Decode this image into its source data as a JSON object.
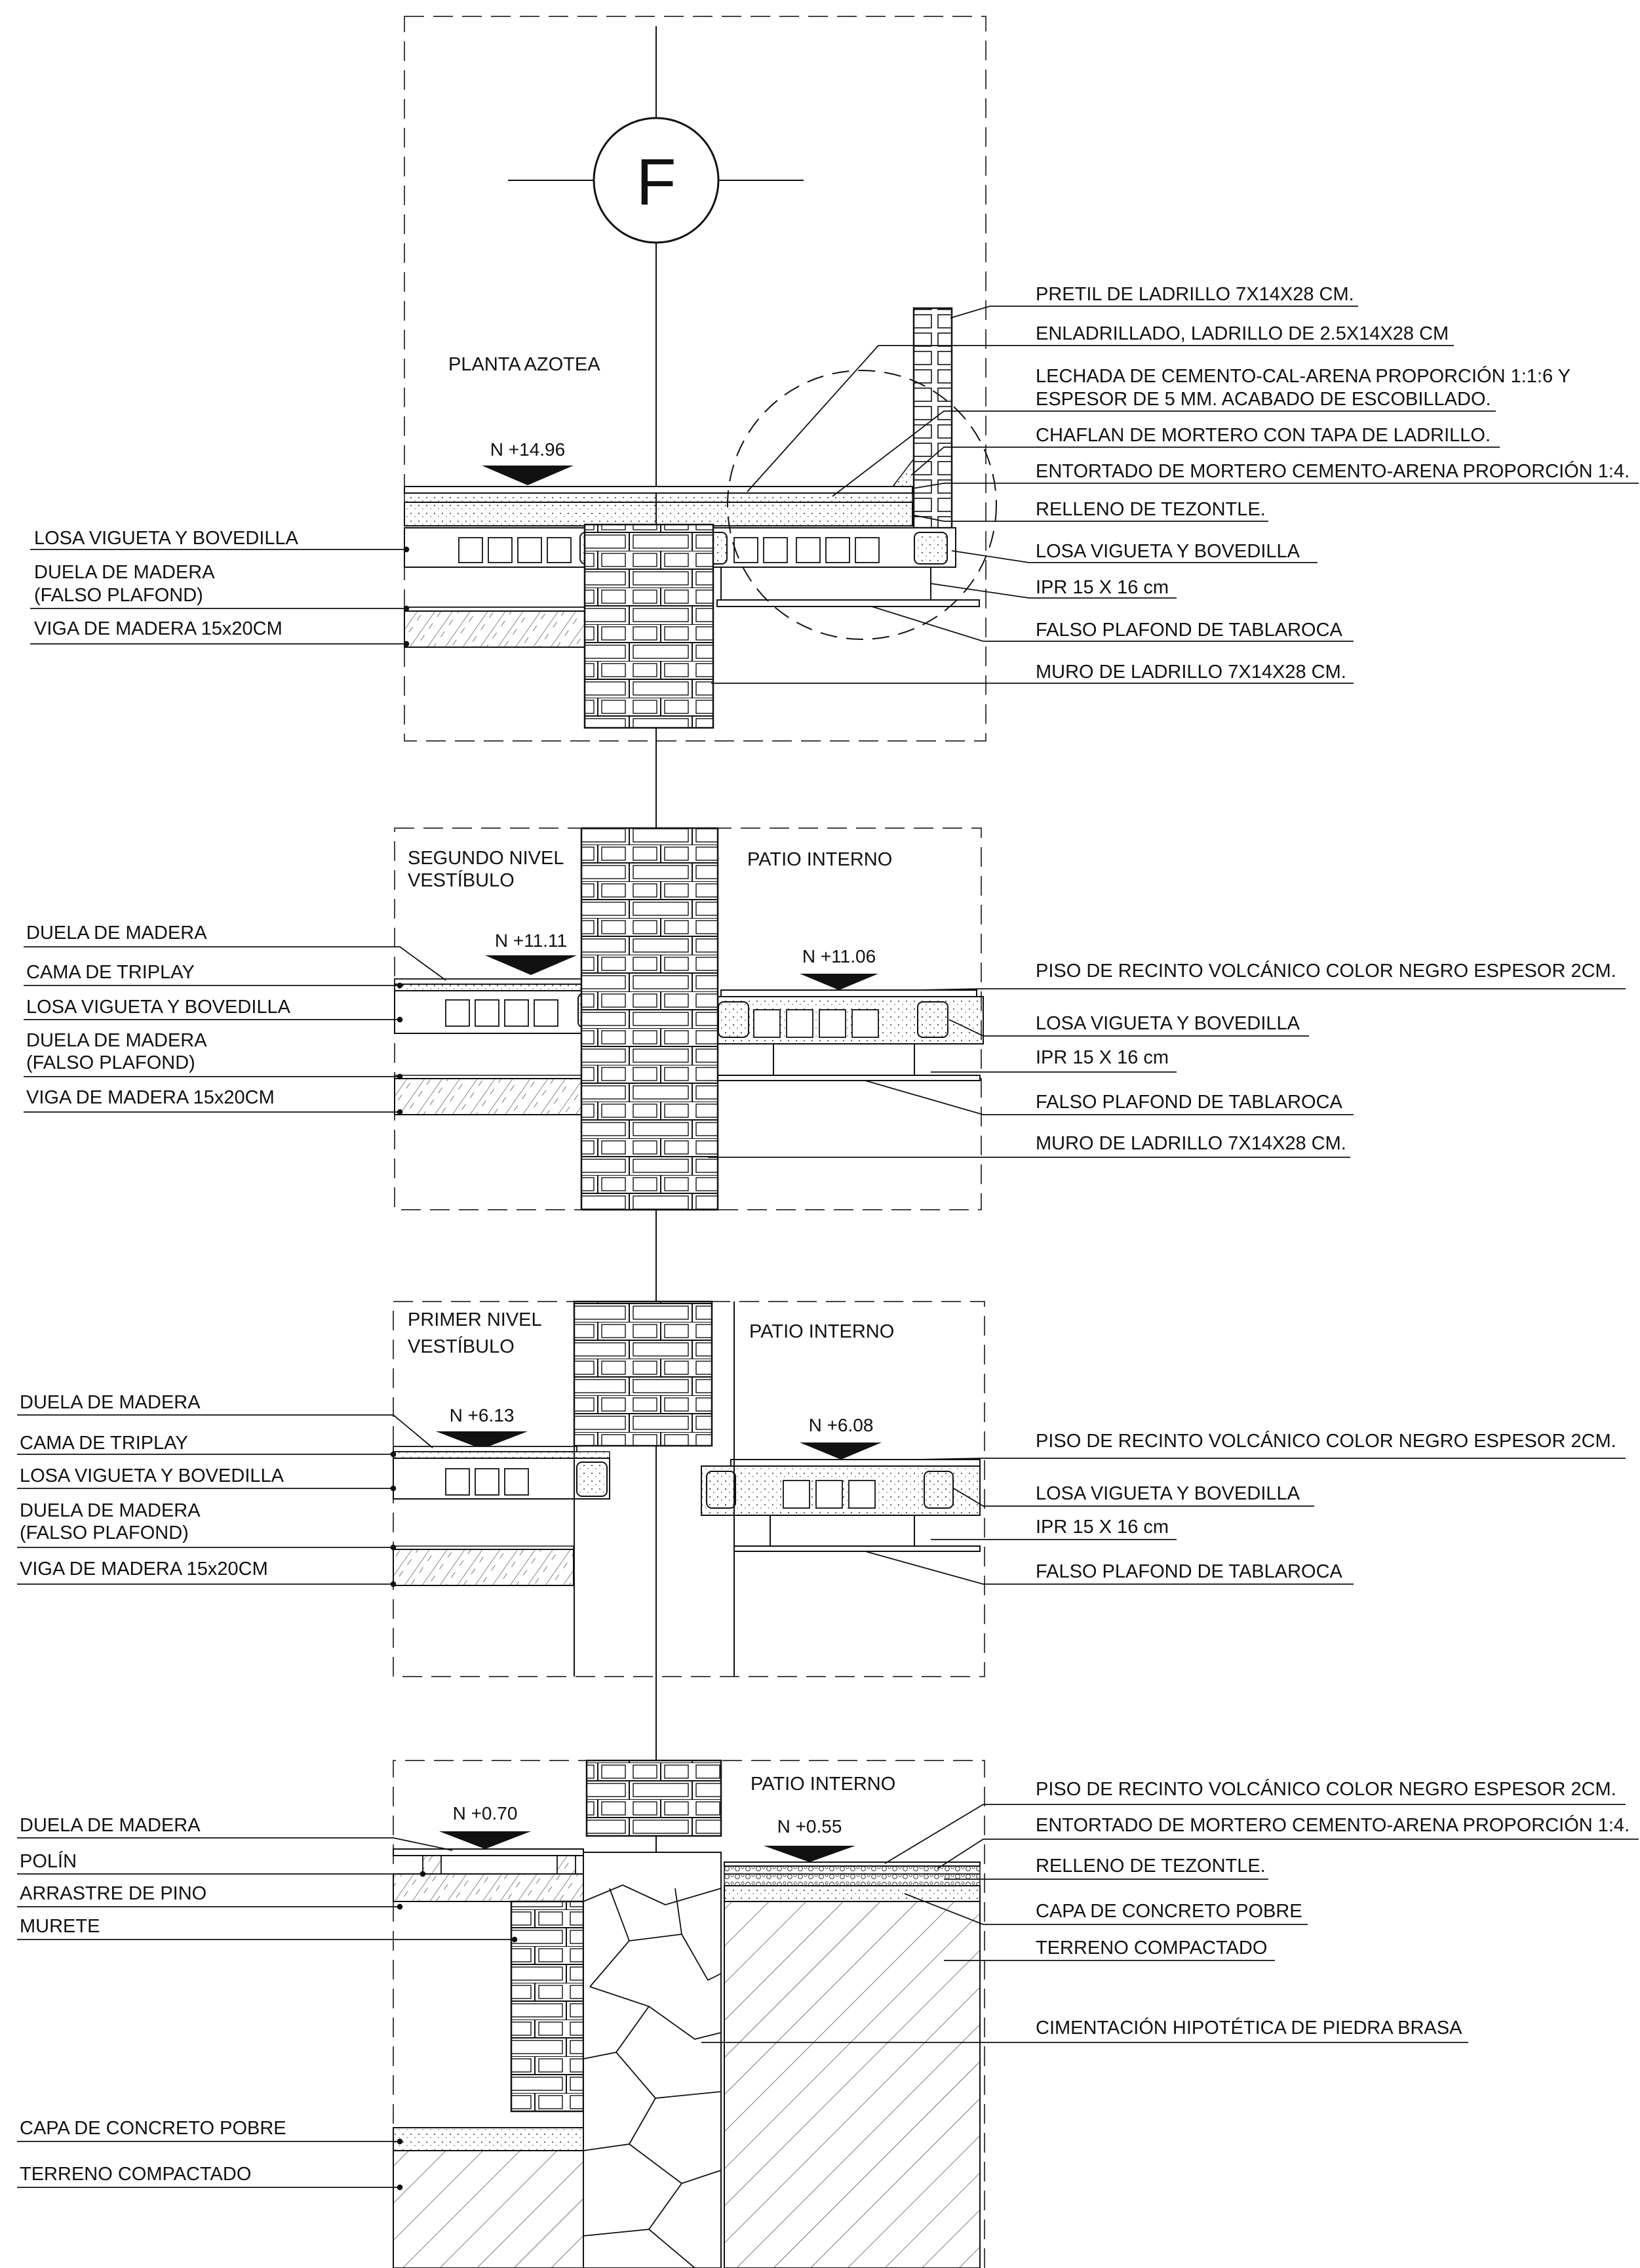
{
  "axis": {
    "letter": "F"
  },
  "colors": {
    "line": "#111111",
    "hatch": "#555555",
    "paper": "#ffffff"
  },
  "sections": [
    {
      "id": "azotea",
      "rooms": [
        "PLANTA AZOTEA"
      ],
      "levels": [
        "N +14.96"
      ],
      "left_labels": [
        "LOSA VIGUETA Y BOVEDILLA",
        "DUELA DE MADERA",
        "(FALSO PLAFOND)",
        "VIGA DE MADERA 15x20CM"
      ],
      "right_labels": [
        "PRETIL DE LADRILLO 7X14X28 CM.",
        "ENLADRILLADO, LADRILLO DE 2.5X14X28 CM",
        "LECHADA DE CEMENTO-CAL-ARENA PROPORCIÓN 1:1:6 Y",
        "ESPESOR DE 5 MM. ACABADO DE ESCOBILLADO.",
        "CHAFLAN DE MORTERO CON TAPA DE LADRILLO.",
        "ENTORTADO DE MORTERO CEMENTO-ARENA PROPORCIÓN 1:4.",
        "RELLENO DE TEZONTLE.",
        "LOSA VIGUETA Y BOVEDILLA",
        "IPR 15 X 16 cm",
        "FALSO PLAFOND DE TABLAROCA",
        "MURO DE LADRILLO 7X14X28 CM."
      ]
    },
    {
      "id": "segundo",
      "rooms": [
        "SEGUNDO NIVEL",
        "VESTÍBULO",
        "PATIO INTERNO"
      ],
      "levels": [
        "N +11.11",
        "N +11.06"
      ],
      "left_labels": [
        "DUELA DE MADERA",
        "CAMA DE TRIPLAY",
        "LOSA VIGUETA Y BOVEDILLA",
        "DUELA DE MADERA",
        "(FALSO PLAFOND)",
        "VIGA DE MADERA 15x20CM"
      ],
      "right_labels": [
        "PISO DE RECINTO VOLCÁNICO COLOR NEGRO ESPESOR 2CM.",
        "LOSA VIGUETA Y BOVEDILLA",
        "IPR 15 X 16 cm",
        "FALSO PLAFOND DE TABLAROCA",
        "MURO DE LADRILLO 7X14X28 CM."
      ]
    },
    {
      "id": "primero",
      "rooms": [
        "PRIMER NIVEL",
        "VESTÍBULO",
        "PATIO INTERNO"
      ],
      "levels": [
        "N +6.13",
        "N +6.08"
      ],
      "left_labels": [
        "DUELA DE MADERA",
        "CAMA DE TRIPLAY",
        "LOSA VIGUETA Y BOVEDILLA",
        "DUELA DE MADERA",
        "(FALSO PLAFOND)",
        "VIGA DE MADERA 15x20CM"
      ],
      "right_labels": [
        "PISO DE RECINTO VOLCÁNICO COLOR NEGRO ESPESOR 2CM.",
        "LOSA VIGUETA Y BOVEDILLA",
        "IPR 15 X 16 cm",
        "FALSO PLAFOND DE TABLAROCA"
      ]
    },
    {
      "id": "planta-baja",
      "rooms": [
        "PATIO INTERNO"
      ],
      "levels": [
        "N +0.70",
        "N +0.55"
      ],
      "left_labels": [
        "DUELA DE MADERA",
        "POLÍN",
        "ARRASTRE DE PINO",
        "MURETE",
        "CAPA DE CONCRETO POBRE",
        "TERRENO COMPACTADO"
      ],
      "right_labels": [
        "PISO DE RECINTO VOLCÁNICO COLOR NEGRO ESPESOR 2CM.",
        "ENTORTADO DE MORTERO CEMENTO-ARENA PROPORCIÓN 1:4.",
        "RELLENO DE TEZONTLE.",
        "CAPA DE CONCRETO POBRE",
        "TERRENO COMPACTADO",
        "CIMENTACIÓN HIPOTÉTICA DE PIEDRA BRASA"
      ]
    }
  ]
}
